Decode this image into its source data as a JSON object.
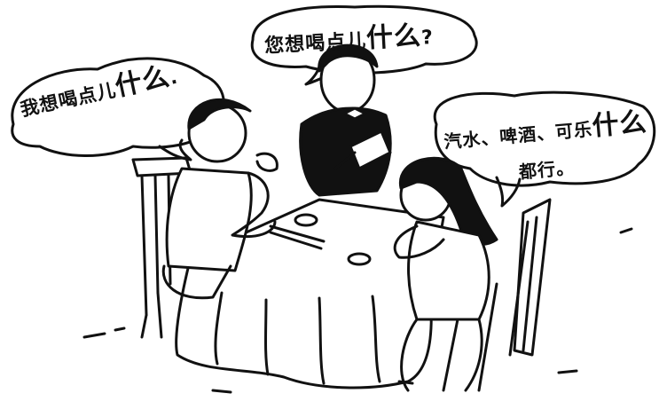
{
  "bubbles": {
    "left": {
      "text": "我想喝点儿",
      "highlight": "什么",
      "tail": "."
    },
    "top": {
      "text": "您想喝点儿",
      "highlight": "什么",
      "tail": "?"
    },
    "right": {
      "line1": "汽水、啤酒、可乐",
      "highlight": "什么",
      "line2": "都行。"
    }
  },
  "colors": {
    "ink": "#111111",
    "paper": "#ffffff"
  }
}
